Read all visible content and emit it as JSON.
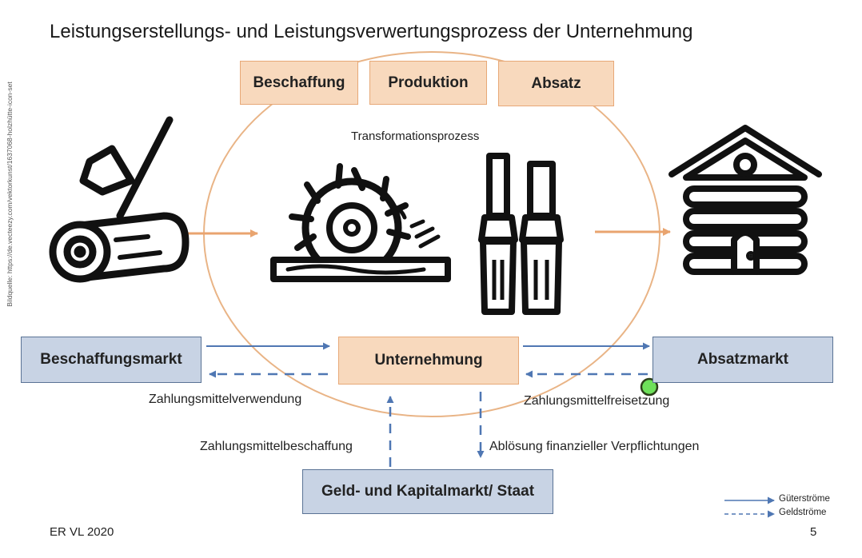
{
  "title": "Leistungserstellungs- und Leistungsverwertungsprozess der Unternehmung",
  "image_source": "Bildquelle: https://de.vecteezy.com/vektorkunst/1637068-holzhütte-icon-set",
  "phases": {
    "beschaffung": "Beschaffung",
    "produktion": "Produktion",
    "absatz": "Absatz"
  },
  "transformation_label": "Transformationsprozess",
  "icons": [
    "axe-log-icon",
    "circular-saw-icon",
    "chisel-icon",
    "log-cabin-icon"
  ],
  "markets": {
    "beschaffungsmarkt": "Beschaffungsmarkt",
    "unternehmung": "Unternehmung",
    "absatzmarkt": "Absatzmarkt",
    "geldmarkt": "Geld- und Kapitalmarkt/ Staat"
  },
  "flows": {
    "verwendung": "Zahlungsmittelverwendung",
    "freisetzung": "Zahlungsmittelfreisetzung",
    "beschaffung": "Zahlungsmittelbeschaffung",
    "abloesung": "Ablösung finanzieller Verpflichtungen"
  },
  "legend": {
    "gueter": "Güterströme",
    "geld": "Geldströme"
  },
  "footer": {
    "left": "ER VL 2020",
    "page": "5"
  },
  "colors": {
    "orange_fill": "#f8d9bd",
    "orange_line": "#e9a46f",
    "blue_fill": "#c8d3e4",
    "blue_line": "#4f77b3",
    "pointer": "#6ee05a"
  }
}
